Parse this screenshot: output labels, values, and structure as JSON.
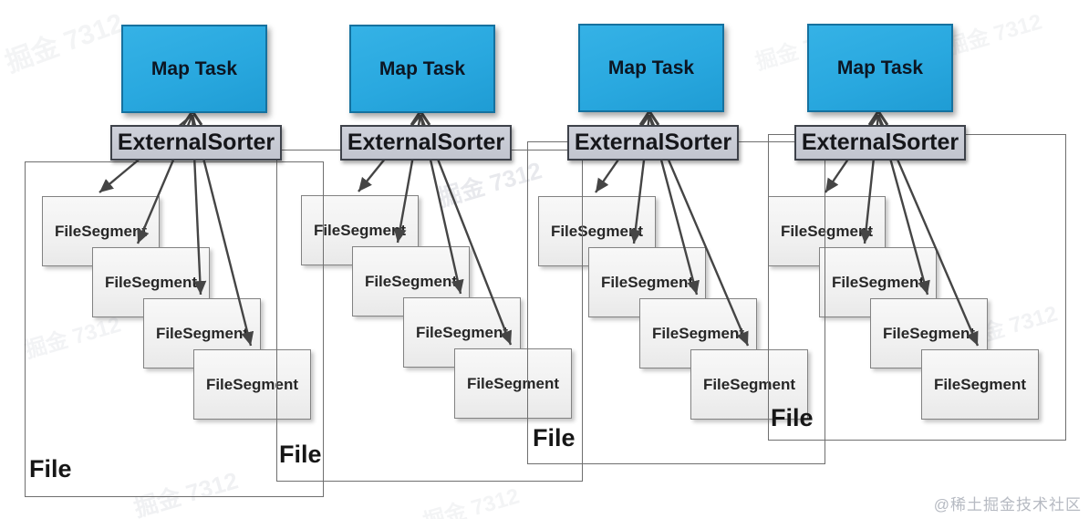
{
  "groups": [
    {
      "map_task": "Map Task",
      "sorter": "ExternalSorter",
      "file": "File",
      "segments": [
        "FileSegment",
        "FileSegment",
        "FileSegment",
        "FileSegment"
      ]
    },
    {
      "map_task": "Map Task",
      "sorter": "ExternalSorter",
      "file": "File",
      "segments": [
        "FileSegment",
        "FileSegment",
        "FileSegment",
        "FileSegment"
      ]
    },
    {
      "map_task": "Map Task",
      "sorter": "ExternalSorter",
      "file": "File",
      "segments": [
        "FileSegment",
        "FileSegment",
        "FileSegment",
        "FileSegment"
      ]
    },
    {
      "map_task": "Map Task",
      "sorter": "ExternalSorter",
      "file": "File",
      "segments": [
        "FileSegment",
        "FileSegment",
        "FileSegment",
        "FileSegment"
      ]
    }
  ],
  "watermarks": {
    "diagonal": "掘金 7312",
    "credit": "@稀土掘金技术社区"
  },
  "colors": {
    "map_task_fill": "#29a8df",
    "map_task_border": "#15719f",
    "map_task_text": "#0c1522",
    "sorter_fill": "#c6c9d3",
    "sorter_border": "#3e424a",
    "segment_fill": "#f3f3f3",
    "segment_border": "#828282",
    "file_border": "#6f6f6f",
    "arrow": "#454545",
    "background": "#ffffff"
  }
}
